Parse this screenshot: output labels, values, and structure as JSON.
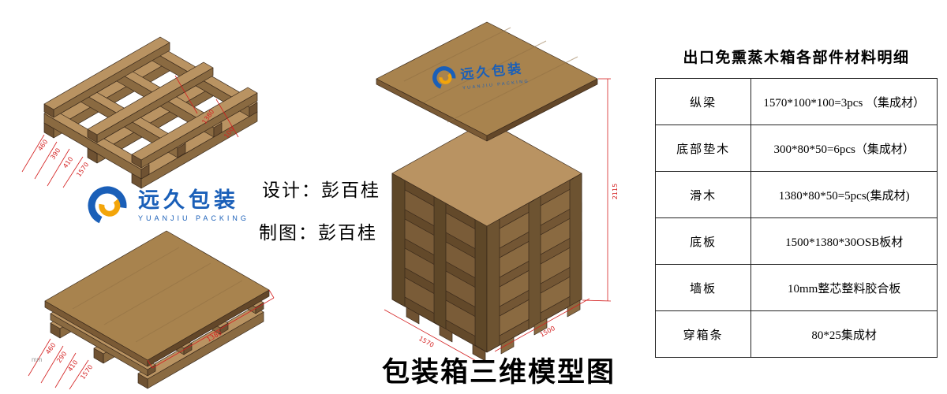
{
  "title": "包装箱三维模型图",
  "credits": {
    "design_label": "设计：彭百桂",
    "draft_label": "制图：彭百桂"
  },
  "logo": {
    "cn": "远久包装",
    "en": "YUANJIU PACKING"
  },
  "materials_table": {
    "title": "出口免熏蒸木箱各部件材料明细",
    "rows": [
      {
        "part": "纵梁",
        "spec": "1570*100*100=3pcs （集成材）"
      },
      {
        "part": "底部垫木",
        "spec": "300*80*50=6pcs（集成材）"
      },
      {
        "part": "滑木",
        "spec": "1380*80*50=5pcs(集成材)"
      },
      {
        "part": "底板",
        "spec": "1500*1380*30OSB板材"
      },
      {
        "part": "墙板",
        "spec": "10mm整芯整料胶合板"
      },
      {
        "part": "穿箱条",
        "spec": "80*25集成材"
      }
    ]
  },
  "drawings": {
    "unit_note": "mm",
    "pallet_frame_dims": [
      "460",
      "390",
      "410",
      "1570",
      "1380",
      "100"
    ],
    "pallet_board_dims": [
      "460",
      "290",
      "410",
      "1570",
      "1380"
    ],
    "crate_dims": {
      "height": "2115",
      "width": "1500",
      "depth": "1570"
    }
  },
  "colors": {
    "wood_top": "#b99362",
    "wood_side": "#8a6a41",
    "wood_dark": "#6f5232",
    "panel": "#7a5c38",
    "batten": "#5e4728",
    "dim_red": "#d42020",
    "logo_blue": "#1a5fb8",
    "logo_yellow": "#f3a50a"
  }
}
